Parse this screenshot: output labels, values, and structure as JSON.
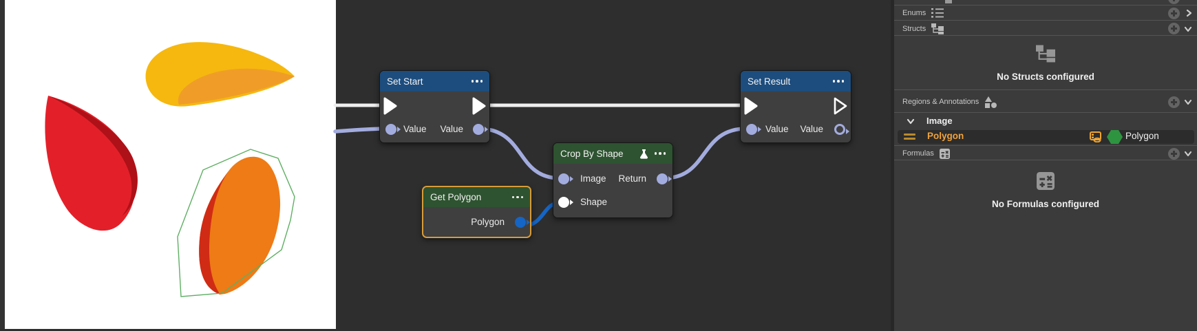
{
  "image_preview": {
    "description": "White preview image with three blob shapes; bottom-right blob outlined by a polygon annotation",
    "colors": {
      "yellow": "#f6b80e",
      "yellow_shade": "#ef9d28",
      "red": "#e3202a",
      "red_shade": "#ae1118",
      "orange": "#ee7b16",
      "orange_shade": "#d02b15",
      "polygon_outline": "#5faf63"
    }
  },
  "graph": {
    "nodes": {
      "set_start": {
        "title": "Set Start",
        "input_value_label": "Value",
        "output_value_label": "Value"
      },
      "crop_by_shape": {
        "title": "Crop By Shape",
        "input_image_label": "Image",
        "input_shape_label": "Shape",
        "output_return_label": "Return"
      },
      "get_polygon": {
        "title": "Get Polygon",
        "output_polygon_label": "Polygon"
      },
      "set_result": {
        "title": "Set Result",
        "input_value_label": "Value",
        "output_value_label": "Value"
      }
    },
    "colors": {
      "event_header": "#1d4d7e",
      "function_header": "#2e5330",
      "selection_border": "#d89c3a",
      "exec_wire": "#efefef",
      "value_wire": "#a3acde",
      "polygon_wire": "#1565c4"
    }
  },
  "panel": {
    "sections": {
      "enums": {
        "label": "Enums"
      },
      "structs": {
        "label": "Structs",
        "empty": "No Structs configured"
      },
      "regions": {
        "label": "Regions & Annotations"
      },
      "formulas": {
        "label": "Formulas",
        "empty": "No Formulas configured"
      }
    },
    "regions_tree": {
      "group_label": "Image",
      "item_label": "Polygon",
      "item_type": "Polygon"
    },
    "colors": {
      "selected_item": "#f1a33c",
      "hexagon": "#2e9440"
    }
  }
}
